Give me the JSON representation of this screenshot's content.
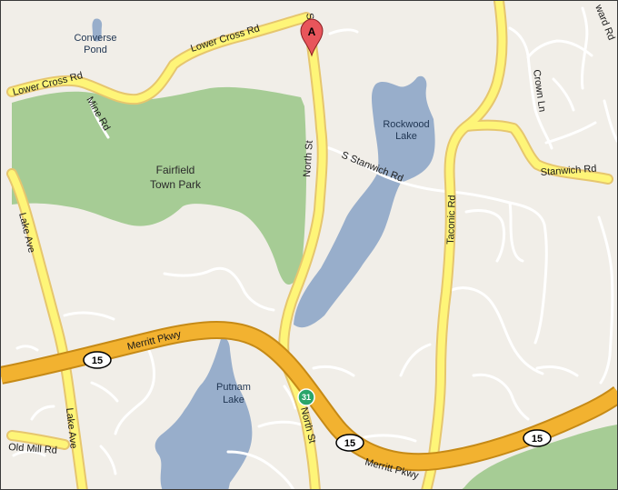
{
  "colors": {
    "land": "#f1eee8",
    "park": "#a6cc95",
    "water": "#98aecb",
    "minor_road": "#ffffff",
    "main_road_fill": "#fef578",
    "main_road_stroke": "#e6c66e",
    "highway_fill": "#f2b230",
    "highway_stroke": "#c68a16",
    "marker": "#e8555b",
    "route_marker": "#2aa56a"
  },
  "roads": {
    "lower_cross_rd_top": "Lower Cross Rd",
    "lower_cross_rd_left": "Lower Cross Rd",
    "mine_rd": "Mine Rd",
    "lake_ave_top": "Lake Ave",
    "lake_ave_bottom": "Lake Ave",
    "north_st_top": "North St",
    "north_st_bottom": "North St",
    "s_stanwich_rd": "S Stanwich Rd",
    "stanwich_rd": "Stanwich Rd",
    "taconic_rd": "Taconic Rd",
    "crown_ln": "Crown Ln",
    "merritt_pkwy_left": "Merritt Pkwy",
    "merritt_pkwy_bottom": "Merritt Pkwy",
    "old_mill_rd": "Old Mill Rd",
    "top_s_partial": "S",
    "top_right_partial": "ward Rd"
  },
  "places": {
    "converse_pond_line1": "Converse",
    "converse_pond_line2": "Pond",
    "park_line1": "Fairfield",
    "park_line2": "Town Park",
    "rockwood_line1": "Rockwood",
    "rockwood_line2": "Lake",
    "putnam_line1": "Putnam",
    "putnam_line2": "Lake"
  },
  "shields": {
    "route15_left": "15",
    "route15_middle": "15",
    "route15_right": "15",
    "route31": "31"
  },
  "marker": {
    "label": "A"
  }
}
